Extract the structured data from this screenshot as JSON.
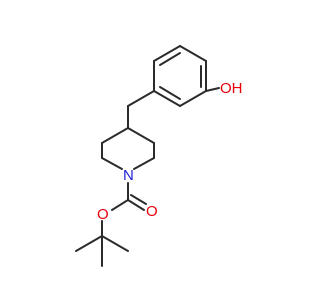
{
  "structure": {
    "colors": {
      "bond": "#2b2b2b",
      "carbon": "#2b2b2b",
      "oxygen": "#e8000b",
      "nitrogen": "#1f1fd6"
    },
    "labels": {
      "hydroxyl": "OH",
      "ring_nitrogen": "N",
      "carbonyl_oxygen": "O",
      "ester_oxygen": "O"
    }
  }
}
